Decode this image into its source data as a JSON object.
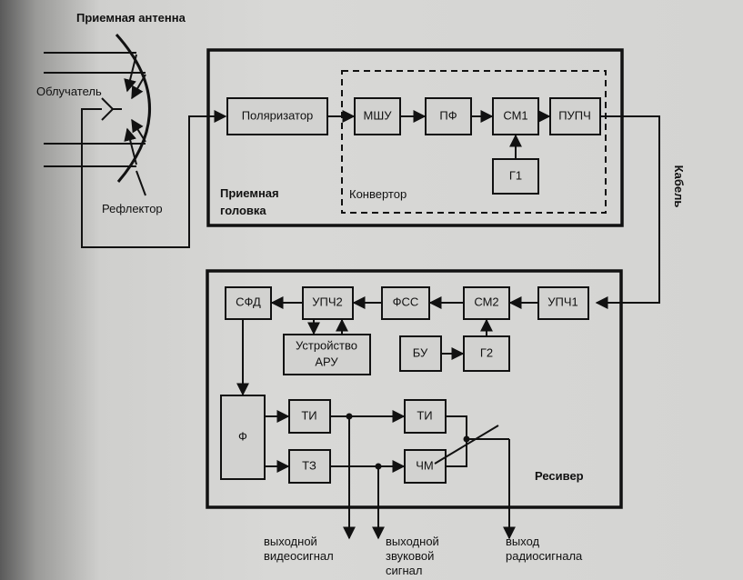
{
  "antenna": {
    "title": "Приемная антенна",
    "feed": "Облучатель",
    "reflector": "Рефлектор"
  },
  "head": {
    "title_line1": "Приемная",
    "title_line2": "головка",
    "polarizer": "Поляризатор",
    "converter_label": "Конвертор",
    "lna": "МШУ",
    "bpf": "ПФ",
    "mixer1": "СМ1",
    "if_amp": "ПУПЧ",
    "lo1": "Г1"
  },
  "cable": "Кабель",
  "receiver": {
    "title": "Ресивер",
    "if1": "УПЧ1",
    "mixer2": "СМ2",
    "fss": "ФСС",
    "if2": "УПЧ2",
    "sfd": "СФД",
    "agc_line1": "Устройство",
    "agc_line2": "АРУ",
    "bu": "БУ",
    "lo2": "Г2",
    "filter": "Ф",
    "ti1": "ТИ",
    "tz": "ТЗ",
    "ti2": "ТИ",
    "fm": "ЧМ"
  },
  "outputs": {
    "video_line1": "выходной",
    "video_line2": "видеосигнал",
    "audio_line1": "выходной",
    "audio_line2": "звуковой",
    "audio_line3": "сигнал",
    "radio_line1": "выход",
    "radio_line2": "радиосигнала"
  }
}
